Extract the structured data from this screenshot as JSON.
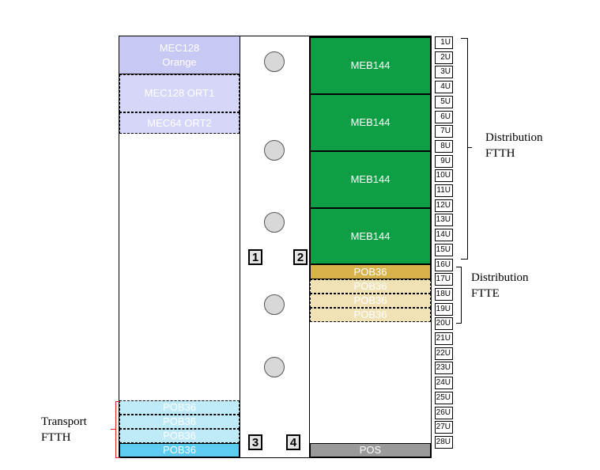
{
  "left_modules": {
    "mec128_orange": "MEC128\nOrange",
    "mec128_ort1": "MEC128 ORT1",
    "mec64_ort2": "MEC64 ORT2",
    "pob36_a": "POB36",
    "pob36_b": "POB36",
    "pob36_c": "POB36",
    "pob36_d": "POB36"
  },
  "right_modules": {
    "meb144_1": "MEB144",
    "meb144_2": "MEB144",
    "meb144_3": "MEB144",
    "meb144_4": "MEB144",
    "pob36_16": "POB36",
    "pob36_17": "POB36",
    "pob36_18": "POB36",
    "pob36_19": "POB36",
    "pos": "POS"
  },
  "number_boxes": [
    "1",
    "2",
    "3",
    "4"
  ],
  "units": [
    "1U",
    "2U",
    "3U",
    "4U",
    "5U",
    "6U",
    "7U",
    "8U",
    "9U",
    "10U",
    "11U",
    "12U",
    "13U",
    "14U",
    "15U",
    "16U",
    "17U",
    "18U",
    "19U",
    "20U",
    "21U",
    "22U",
    "23U",
    "24U",
    "25U",
    "26U",
    "27U",
    "28U"
  ],
  "labels": {
    "distribution_ftth": "Distribution\nFTTH",
    "distribution_ftte": "Distribution\nFTTE",
    "transport_ftth": "Transport\nFTTH"
  },
  "colors": {
    "meb_green": "#0e9f45",
    "mec_lavender": "#c8c8f4",
    "pob_gold": "#d8b24a",
    "pob_tan": "#f0e2b4",
    "pob_cyan": "#5ecbf1",
    "pos_gray": "#9a9a9a"
  }
}
